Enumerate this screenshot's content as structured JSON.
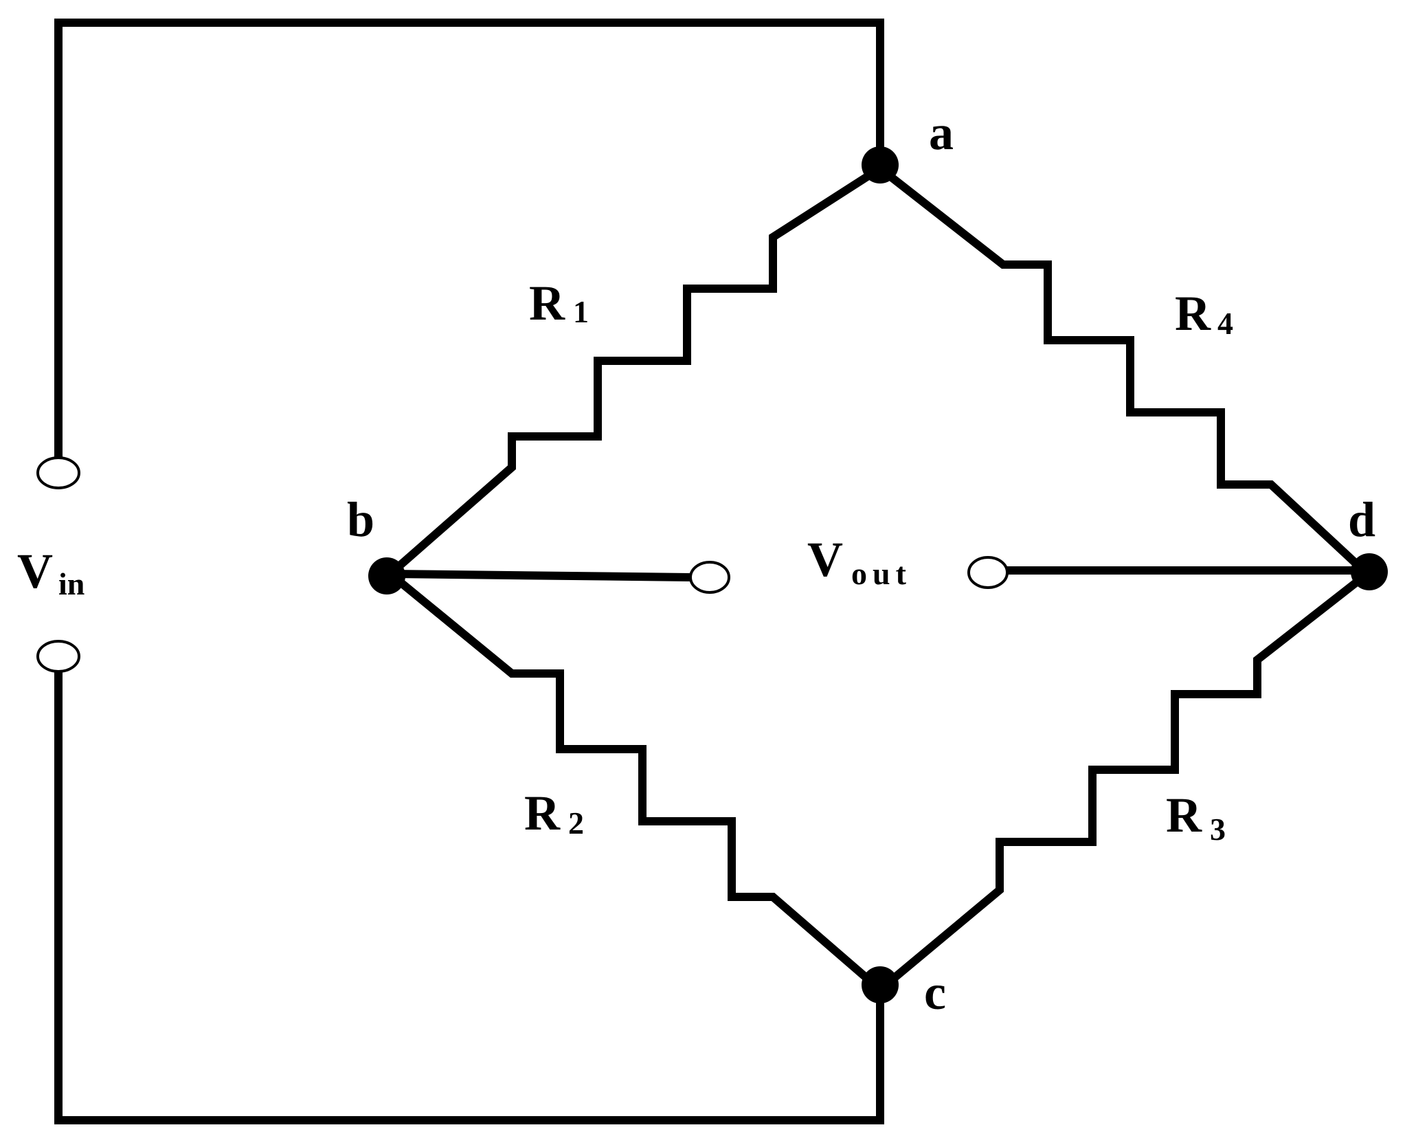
{
  "diagram": {
    "type": "wheatstone-bridge",
    "colors": {
      "wire": "#000000",
      "background": "#ffffff"
    },
    "nodes": {
      "a": "a",
      "b": "b",
      "c": "c",
      "d": "d"
    },
    "resistors": {
      "r1": {
        "main": "R",
        "sub": "1"
      },
      "r2": {
        "main": "R",
        "sub": "2"
      },
      "r3": {
        "main": "R",
        "sub": "3"
      },
      "r4": {
        "main": "R",
        "sub": "4"
      }
    },
    "input": {
      "main": "V",
      "sub": "in"
    },
    "output": {
      "main": "V",
      "sub": "out"
    }
  }
}
